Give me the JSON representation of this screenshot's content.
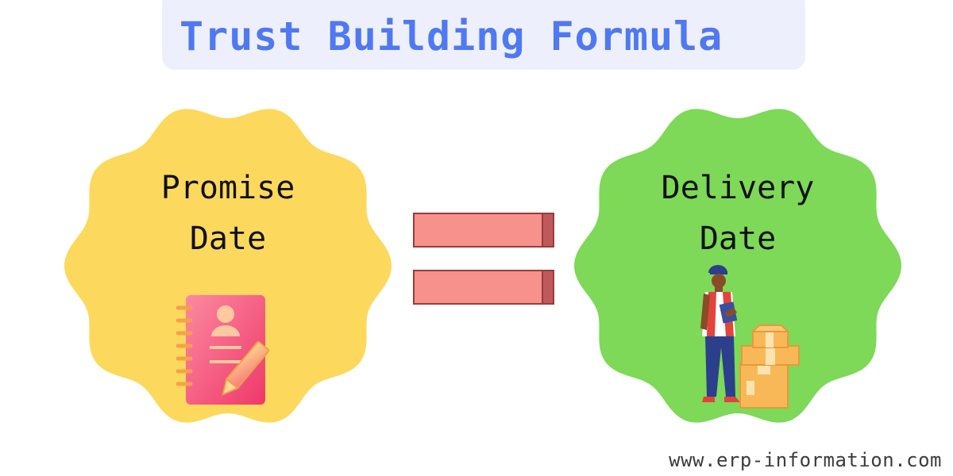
{
  "title": "Trust Building Formula",
  "left_badge": {
    "line1": "Promise",
    "line2": "Date",
    "icon": "notebook-pencil-icon",
    "color": "#fcd95c"
  },
  "right_badge": {
    "line1": "Delivery",
    "line2": "Date",
    "icon": "delivery-worker-boxes-icon",
    "color": "#7dd957"
  },
  "equals_sign": {
    "icon": "equals-icon",
    "fill": "#f7918c",
    "shade": "#c05a5a",
    "stroke": "#9c3b3b"
  },
  "colors": {
    "title_text": "#4f78f3",
    "title_bg": "#edf0fc"
  },
  "watermark": "www.erp-information.com"
}
